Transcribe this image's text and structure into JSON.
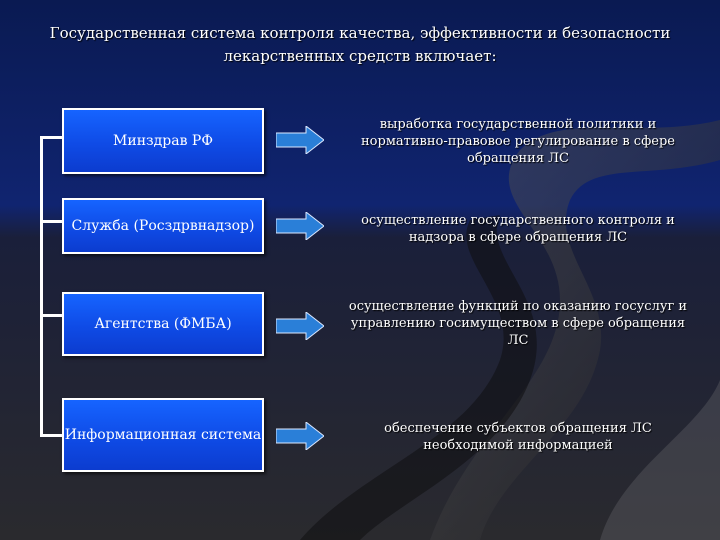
{
  "title": "Государственная система контроля качества, эффективности и безопасности лекарственных средств включает:",
  "rows": [
    {
      "box_label": "Минздрав РФ",
      "description": "выработка государственной политики и нормативно-правовое регулирование в сфере обращения ЛС"
    },
    {
      "box_label": "Служба (Росздрвнадзор)",
      "description": "осуществление государственного контроля и надзора в сфере обращения ЛС"
    },
    {
      "box_label": "Агентства (ФМБА)",
      "description": "осуществление функций по оказанию госуслуг и управлению госимуществом в сфере обращения ЛС"
    },
    {
      "box_label": "Информационная система",
      "description": "обеспечение субъектов обращения ЛС необходимой информацией"
    }
  ],
  "colors": {
    "box_fill": "#1458f0",
    "arrow_fill": "#2a7fd8",
    "text": "#ffffff"
  },
  "icons": {
    "arrow": "right-arrow-icon"
  }
}
